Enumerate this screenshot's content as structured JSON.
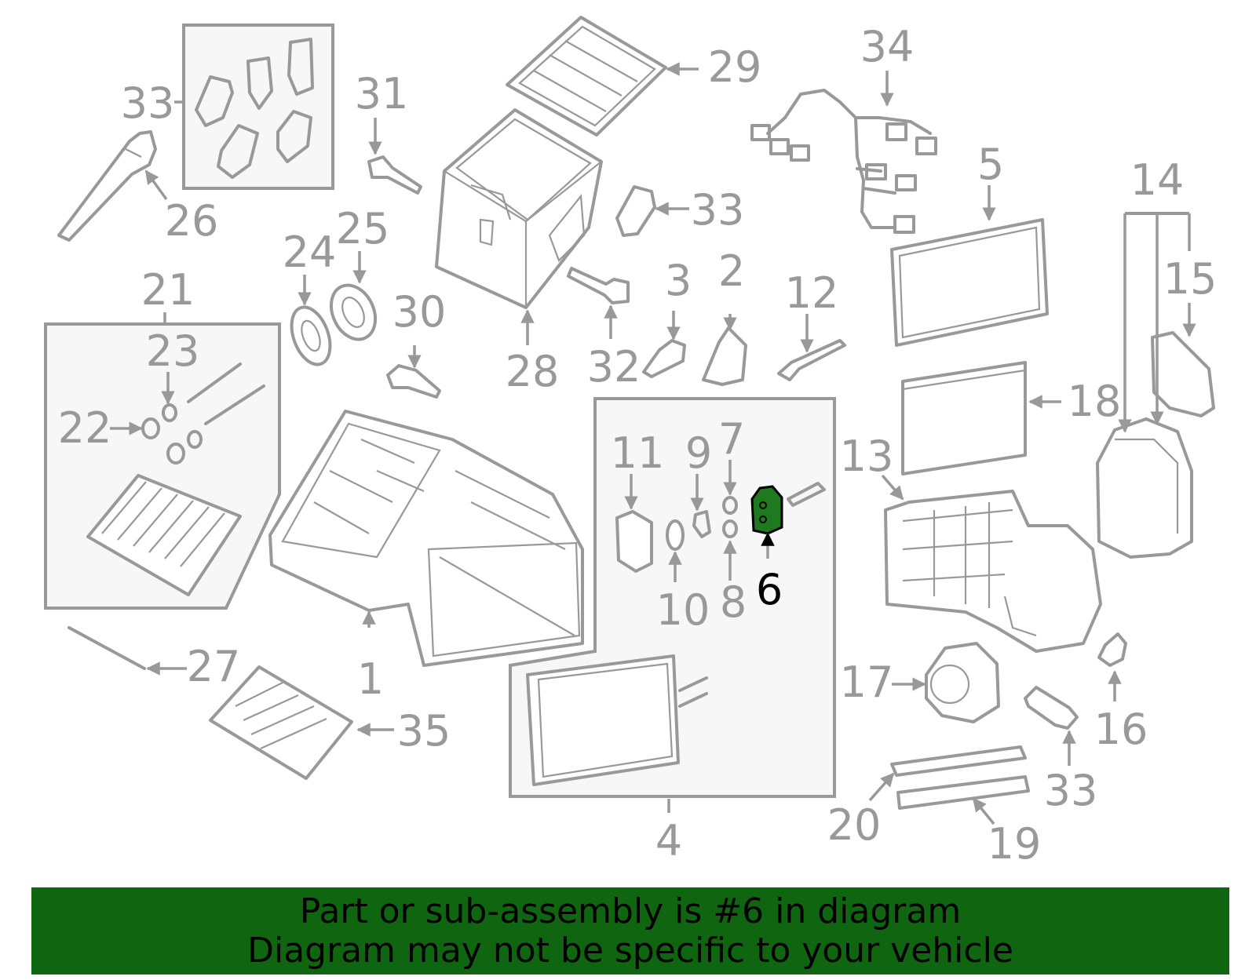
{
  "callouts": {
    "c1": "1",
    "c2": "2",
    "c3": "3",
    "c4": "4",
    "c5": "5",
    "c6": "6",
    "c7": "7",
    "c8": "8",
    "c9": "9",
    "c10": "10",
    "c11": "11",
    "c12": "12",
    "c13": "13",
    "c14": "14",
    "c15": "15",
    "c16": "16",
    "c17": "17",
    "c18": "18",
    "c19": "19",
    "c20": "20",
    "c21": "21",
    "c22": "22",
    "c23": "23",
    "c24": "24",
    "c25": "25",
    "c26": "26",
    "c27": "27",
    "c28": "28",
    "c29": "29",
    "c30": "30",
    "c31": "31",
    "c32": "32",
    "c33a": "33",
    "c33b": "33",
    "c33c": "33",
    "c34": "34",
    "c35": "35"
  },
  "highlight": {
    "part": "6",
    "color": "#1f7a1f"
  },
  "banner": {
    "line1": "Part or sub-assembly is #6 in diagram",
    "line2": "Diagram may not be specific to your vehicle",
    "background": "#106510"
  },
  "colors": {
    "linework": "#999999",
    "highlight_label": "#000000"
  }
}
